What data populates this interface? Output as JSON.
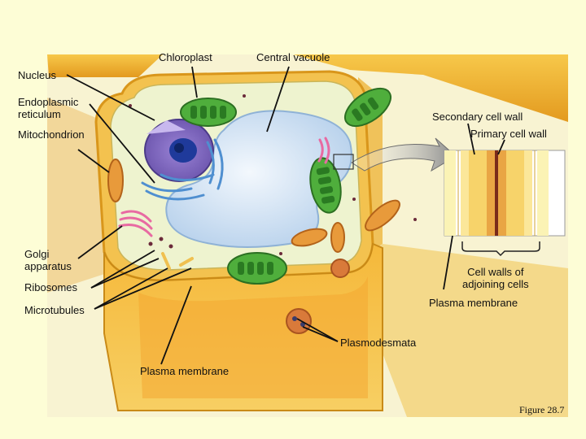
{
  "labels": {
    "chloroplast": "Chloroplast",
    "central_vacuole": "Central vacuole",
    "nucleus": "Nucleus",
    "endoplasmic_reticulum": "Endoplasmic\nreticulum",
    "secondary_cell_wall": "Secondary cell wall",
    "mitochondrion": "Mitochondrion",
    "primary_cell_wall": "Primary cell wall",
    "golgi_apparatus": "Golgi\napparatus",
    "cell_walls_adjoining": "Cell walls of\nadjoining cells",
    "ribosomes": "Ribosomes",
    "plasma_membrane_right": "Plasma membrane",
    "microtubules": "Microtubules",
    "plasmodesmata": "Plasmodesmata",
    "plasma_membrane_bottom": "Plasma membrane"
  },
  "caption": "Figure 28.7",
  "colors": {
    "background": "#fdfdd6",
    "cell_wall": "#f2b531",
    "cytoplasm": "#eef3cf",
    "vacuole": "#cfe1f2",
    "nucleus": "#8a6fc4",
    "chloroplast": "#4fae3c",
    "mitochondrion": "#e89a3b",
    "golgi": "#e86aa2",
    "er": "#4f8fd0"
  }
}
